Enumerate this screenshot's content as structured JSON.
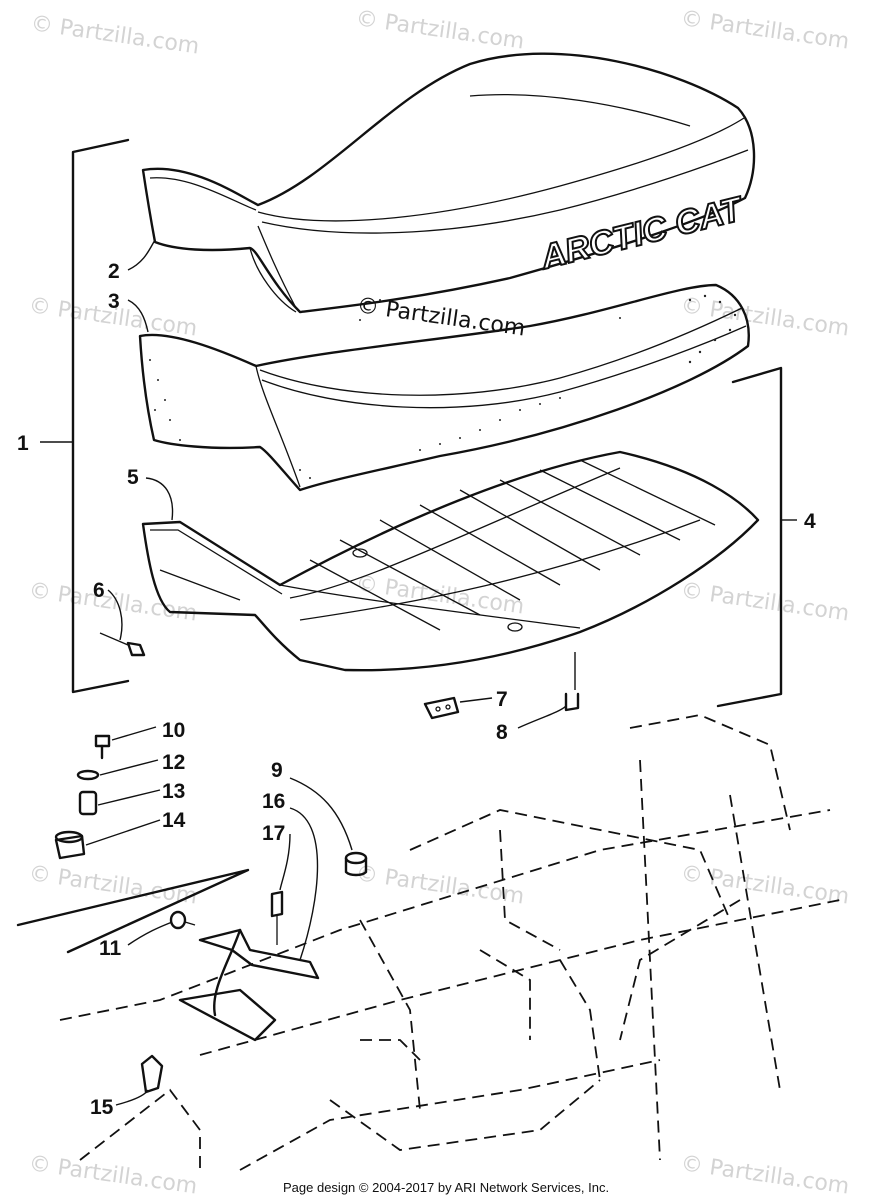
{
  "watermark_text": "© Partzilla.com",
  "center_watermark": "© Partzilla.com",
  "seat_brand": "ARCTIC CAT",
  "callouts": [
    "1",
    "2",
    "3",
    "4",
    "5",
    "6",
    "7",
    "8",
    "9",
    "10",
    "11",
    "12",
    "13",
    "14",
    "15",
    "16",
    "17"
  ],
  "credit": "Page design © 2004-2017 by ARI Network Services, Inc."
}
